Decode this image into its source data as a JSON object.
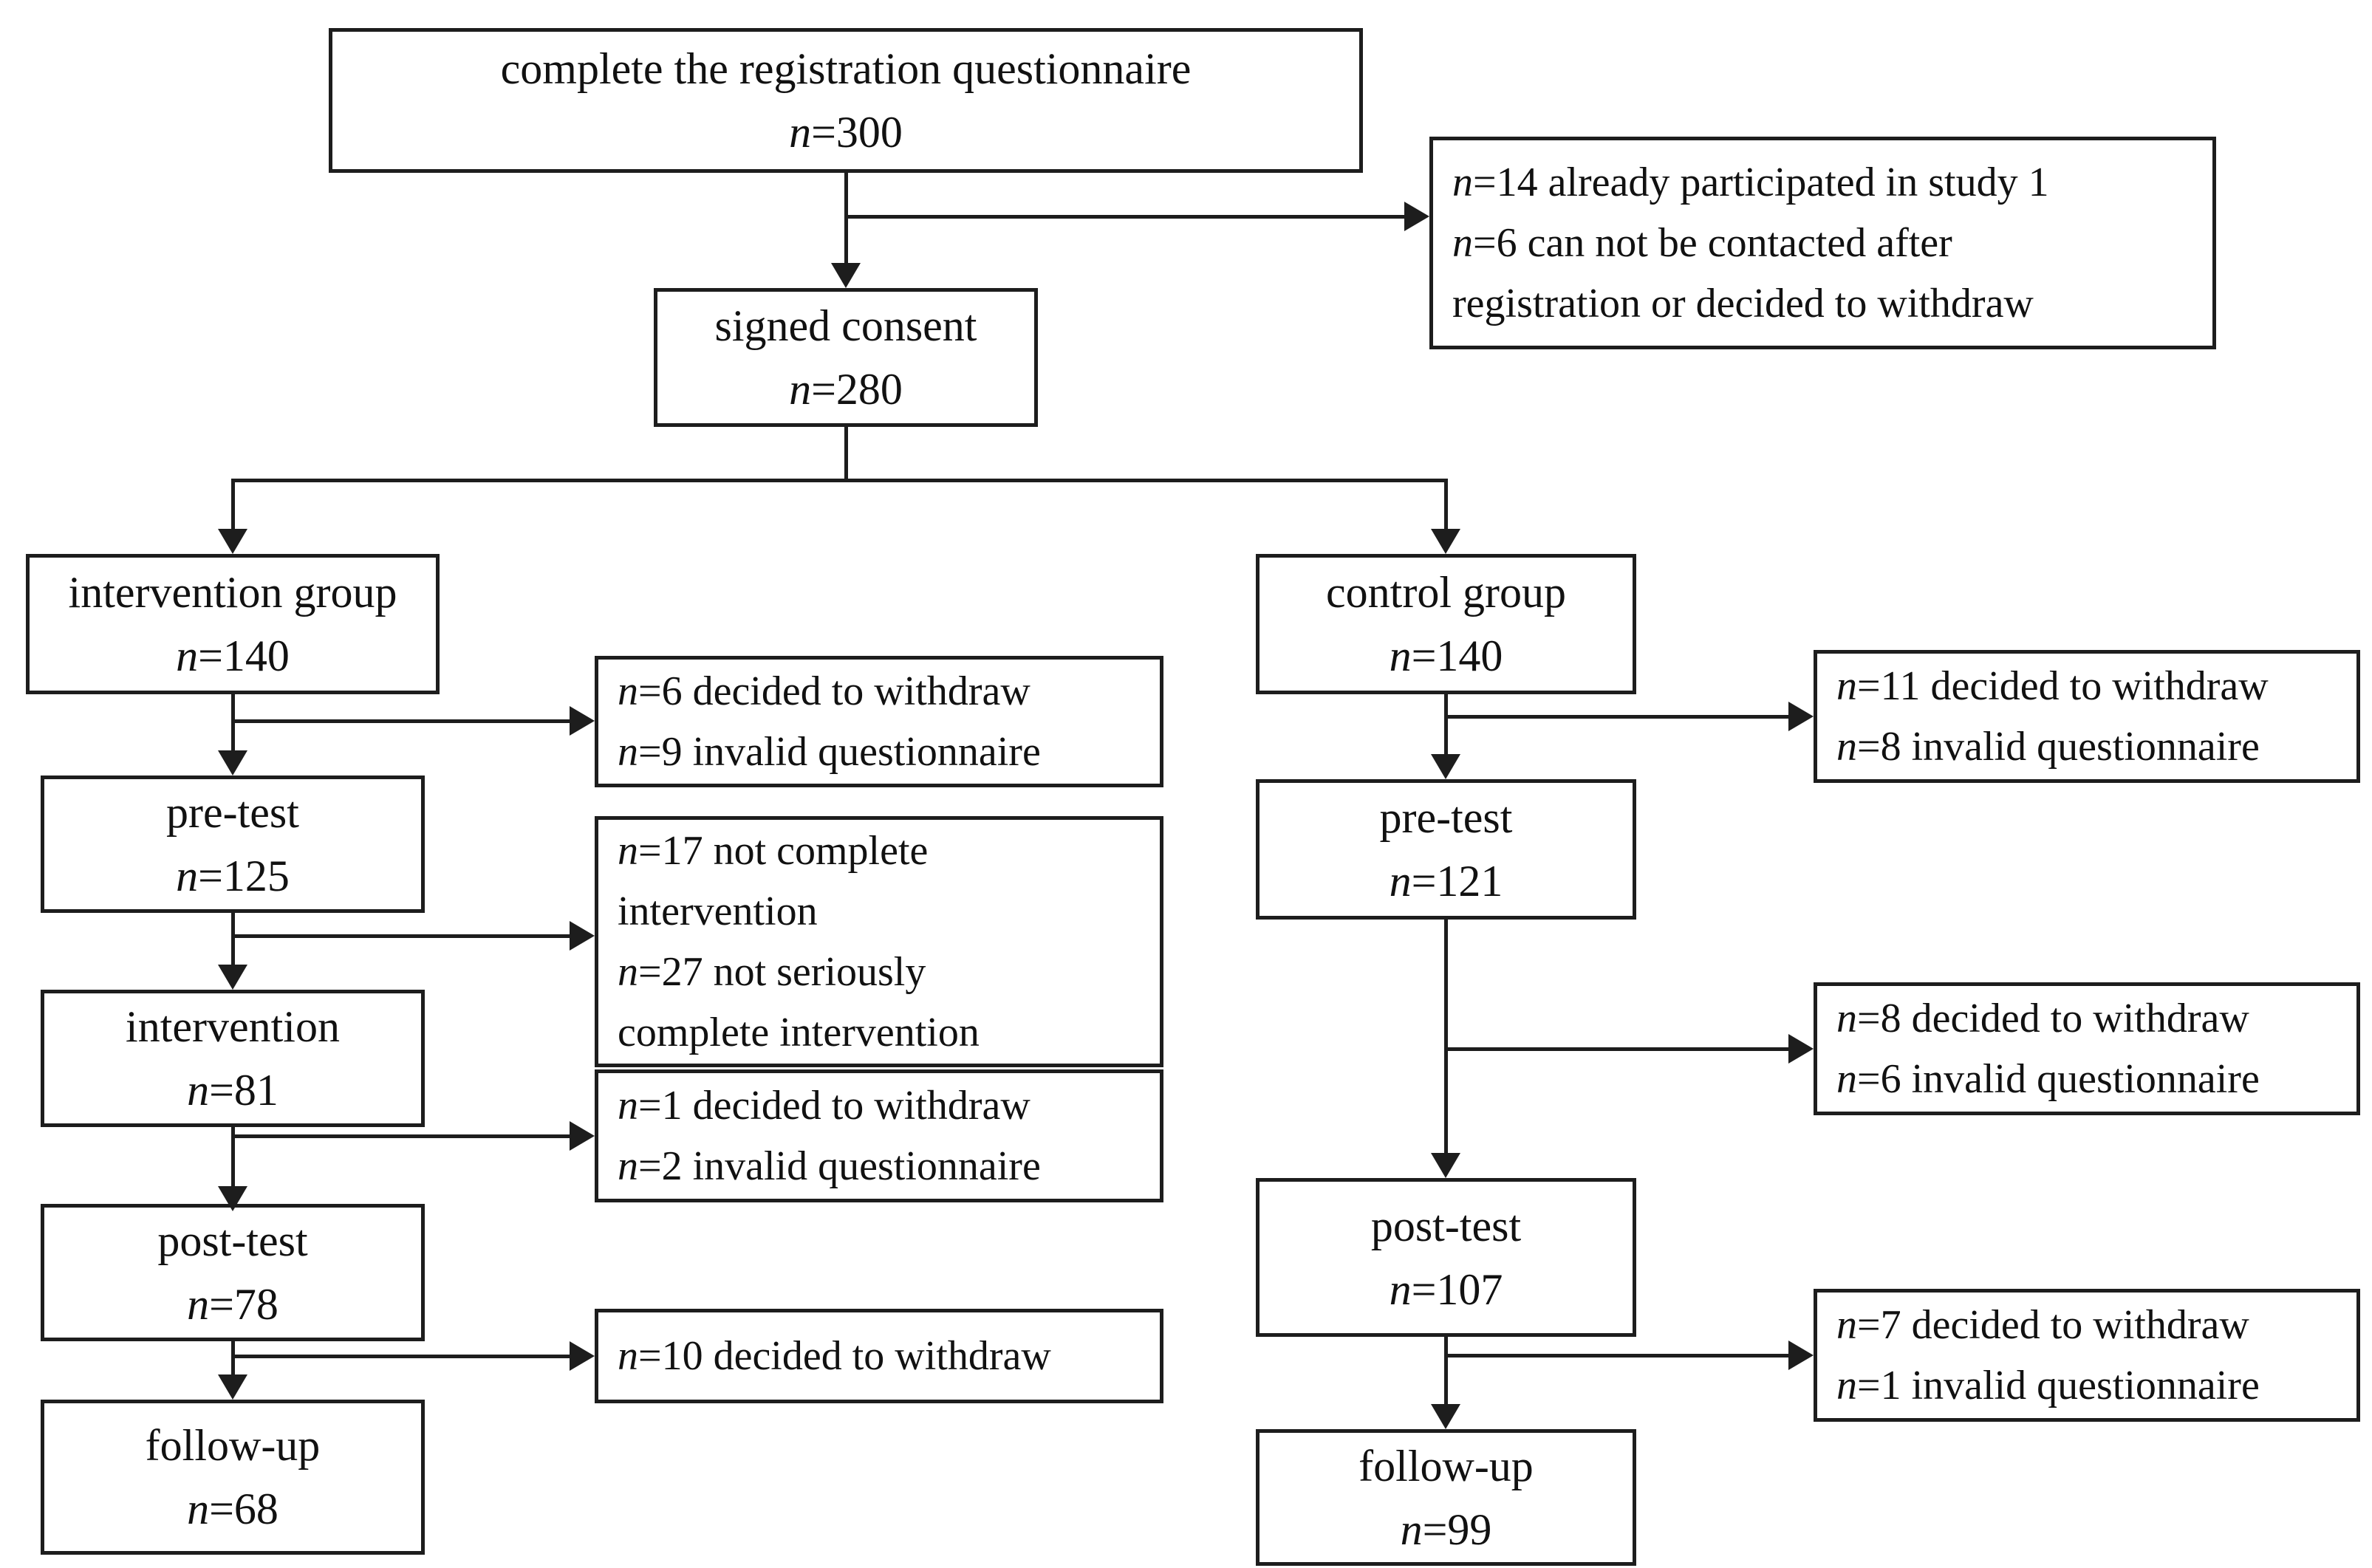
{
  "colors": {
    "line": "#1d1d1d",
    "background": "#ffffff",
    "text": "#111111"
  },
  "boxes": {
    "registration": {
      "label": "complete the registration questionnaire",
      "n": "n=300"
    },
    "consent": {
      "label": "signed consent",
      "n": "n=280"
    },
    "intervention_group": {
      "label": "intervention group",
      "n": "n=140"
    },
    "control_group": {
      "label": "control group",
      "n": "n=140"
    },
    "pre_test_intervention": {
      "label": "pre-test",
      "n": "n=125"
    },
    "intervention": {
      "label": "intervention",
      "n": "n=81"
    },
    "post_test_intervention": {
      "label": "post-test",
      "n": "n=78"
    },
    "follow_up_intervention": {
      "label": "follow-up",
      "n": "n=68"
    },
    "pre_test_control": {
      "label": "pre-test",
      "n": "n=121"
    },
    "post_test_control": {
      "label": "post-test",
      "n": "n=107"
    },
    "follow_up_control": {
      "label": "follow-up",
      "n": "n=99"
    }
  },
  "side_boxes": {
    "registration_exclusions": {
      "lines": [
        "n=14 already participated in study 1",
        "n=6 can not be contacted after",
        "registration or decided to withdraw"
      ]
    },
    "intervention_pretest_exclusions": {
      "lines": [
        "n=6 decided to withdraw",
        "n=9 invalid questionnaire"
      ]
    },
    "intervention_completion_exclusions": {
      "lines": [
        "n=17 not complete",
        "intervention",
        "n=27 not seriously",
        "complete intervention"
      ]
    },
    "intervention_posttest_exclusions": {
      "lines": [
        "n=1 decided to withdraw",
        "n=2 invalid questionnaire"
      ]
    },
    "intervention_followup_exclusions": {
      "lines": [
        "n=10 decided to withdraw"
      ]
    },
    "control_pretest_exclusions": {
      "lines": [
        "n=11 decided to withdraw",
        "n=8 invalid questionnaire"
      ]
    },
    "control_posttest_exclusions": {
      "lines": [
        "n=8 decided to withdraw",
        "n=6 invalid questionnaire"
      ]
    },
    "control_followup_exclusions": {
      "lines": [
        "n=7 decided to withdraw",
        "n=1 invalid questionnaire"
      ]
    }
  },
  "flow": [
    {
      "from": "registration",
      "to": "consent",
      "exclusions": "registration_exclusions"
    },
    {
      "from": "consent",
      "to": "intervention_group"
    },
    {
      "from": "consent",
      "to": "control_group"
    },
    {
      "from": "intervention_group",
      "to": "pre_test_intervention",
      "exclusions": "intervention_pretest_exclusions"
    },
    {
      "from": "pre_test_intervention",
      "to": "intervention",
      "exclusions": "intervention_completion_exclusions"
    },
    {
      "from": "intervention",
      "to": "post_test_intervention",
      "exclusions": "intervention_posttest_exclusions"
    },
    {
      "from": "post_test_intervention",
      "to": "follow_up_intervention",
      "exclusions": "intervention_followup_exclusions"
    },
    {
      "from": "control_group",
      "to": "pre_test_control",
      "exclusions": "control_pretest_exclusions"
    },
    {
      "from": "pre_test_control",
      "to": "post_test_control",
      "exclusions": "control_posttest_exclusions"
    },
    {
      "from": "post_test_control",
      "to": "follow_up_control",
      "exclusions": "control_followup_exclusions"
    }
  ]
}
